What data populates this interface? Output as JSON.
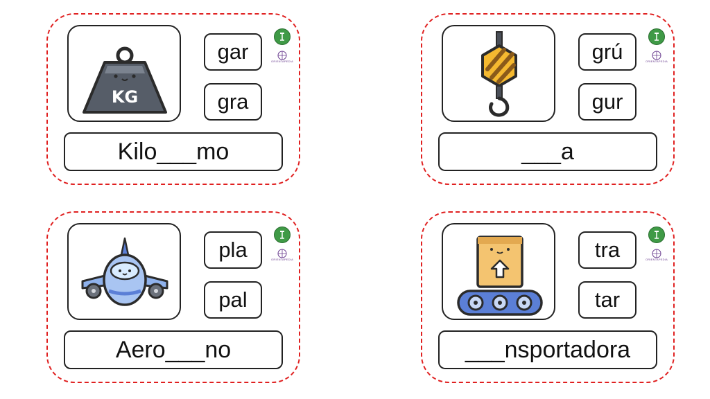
{
  "cards": [
    {
      "picture": "kettlebell-weight-kg-icon",
      "weight_label": "KG",
      "options": [
        "gar",
        "gra"
      ],
      "word": "Kilo___mo"
    },
    {
      "picture": "crane-hook-icon",
      "options": [
        "grú",
        "gur"
      ],
      "word": "___a"
    },
    {
      "picture": "airplane-icon",
      "options": [
        "pla",
        "pal"
      ],
      "word": "Aero___no"
    },
    {
      "picture": "conveyor-belt-icon",
      "options": [
        "tra",
        "tar"
      ],
      "word": "___nsportadora"
    }
  ],
  "watermark": {
    "text": "ORIENTAPEDIA"
  },
  "colors": {
    "border": "#e02020",
    "logo": "#3f9a46",
    "watermark": "#6a3d8f"
  }
}
